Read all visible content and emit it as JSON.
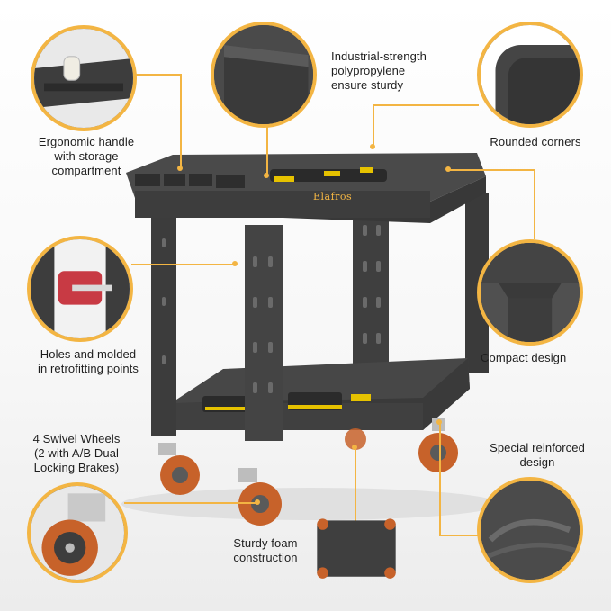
{
  "brand": {
    "name": "Elafros",
    "accent": "#f3b543"
  },
  "features": {
    "handle": {
      "text": "Ergonomic handle\nwith storage\ncompartment",
      "icon": "handle-storage-closeup"
    },
    "material": {
      "text": "Industrial-strength\npolypropylene\nensure sturdy",
      "icon": "plastic-edge-closeup"
    },
    "corners": {
      "text": "Rounded corners",
      "icon": "rounded-corner-closeup"
    },
    "holes": {
      "text": "Holes and molded\nin retrofitting points",
      "icon": "wire-spool-closeup"
    },
    "compact": {
      "text": "Compact design",
      "icon": "leg-joint-closeup"
    },
    "wheels": {
      "text": "4 Swivel Wheels\n(2 with A/B Dual\nLocking Brakes)",
      "icon": "caster-wheel-closeup"
    },
    "reinforced": {
      "text": "Special reinforced\ndesign",
      "icon": "textured-surface-closeup"
    },
    "foam": {
      "text": "Sturdy foam\nconstruction",
      "icon": "cart-underside-view"
    }
  }
}
